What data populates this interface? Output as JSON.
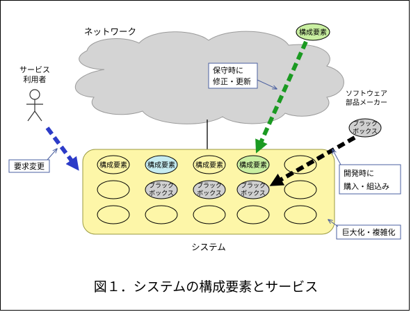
{
  "network_label": "ネットワーク",
  "user_label_line1": "サービス",
  "user_label_line2": "利用者",
  "request_change_label": "要求変更",
  "maintenance_label_line1": "保守時に",
  "maintenance_label_line2": "修正・更新",
  "vendor_label_line1": "ソフトウェア",
  "vendor_label_line2": "部品メーカー",
  "external_component_label": "構成要素",
  "vendor_blackbox_line1": "ブラック",
  "vendor_blackbox_line2": "ボックス",
  "develop_label_line1": "開発時に",
  "develop_label_line2": "購入・組込み",
  "growth_label": "巨大化・複雑化",
  "system_label": "システム",
  "caption": "図１．システムの構成要素とサービス",
  "grid": {
    "row1": [
      "構成要素",
      "構成要素",
      "構成要素",
      "構成要素",
      ""
    ],
    "row2_line1": [
      "",
      "ブラック",
      "ブラック",
      "ブラック",
      ""
    ],
    "row2_line2": [
      "",
      "ボックス",
      "ボックス",
      "ボックス",
      ""
    ],
    "row3": [
      "",
      "",
      "",
      "",
      ""
    ]
  },
  "colors": {
    "system_fill": "#fdf6a8",
    "cloud_fill": "#d4d4d4",
    "green_component": "#c9efa1",
    "cyan_component": "#c6ecf1",
    "blackbox_fill": "#d0d0d0",
    "blue_arrow": "#2c3bc8",
    "green_arrow": "#1b9a22",
    "black_arrow": "#000000"
  }
}
